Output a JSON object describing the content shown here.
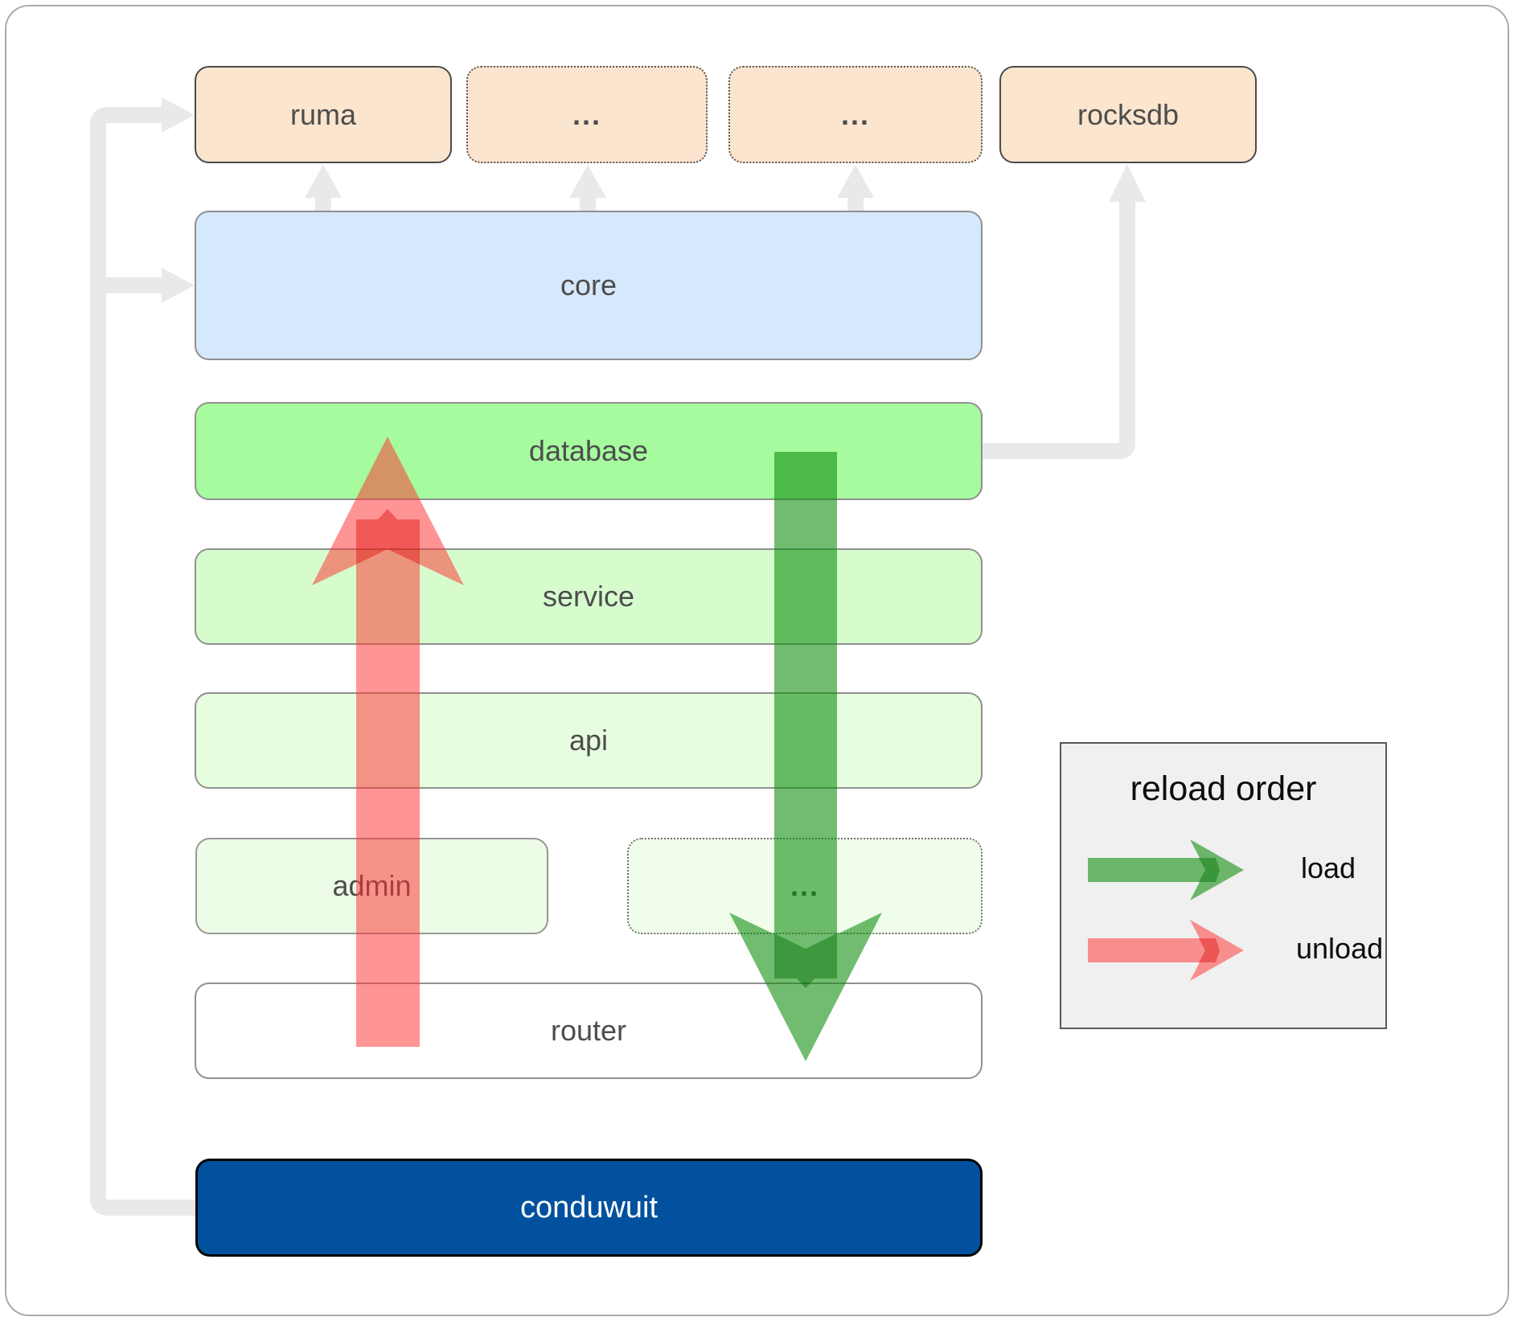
{
  "top_row": [
    {
      "id": "ruma",
      "label": "ruma",
      "style": "solid"
    },
    {
      "id": "module1",
      "label": "...",
      "style": "dotted"
    },
    {
      "id": "module2",
      "label": "...",
      "style": "dotted"
    },
    {
      "id": "rocksdb",
      "label": "rocksdb",
      "style": "solid"
    }
  ],
  "layers": [
    {
      "id": "core",
      "label": "core"
    },
    {
      "id": "database",
      "label": "database"
    },
    {
      "id": "service",
      "label": "service"
    },
    {
      "id": "api",
      "label": "api"
    },
    {
      "id": "router",
      "label": "router"
    }
  ],
  "admin_row": [
    {
      "id": "admin",
      "label": "admin",
      "style": "solid"
    },
    {
      "id": "admin-more",
      "label": "...",
      "style": "dotted"
    }
  ],
  "app": {
    "id": "conduwuit",
    "label": "conduwuit",
    "color": "#02519e"
  },
  "legend": {
    "title": "reload order",
    "items": [
      {
        "id": "load",
        "label": "load",
        "color": "#3fae3f"
      },
      {
        "id": "unload",
        "label": "unload",
        "color": "#f98282"
      }
    ]
  },
  "colors": {
    "peach_box": "#fce5ce",
    "core_box": "#d6e8fb",
    "database_box": "#a6fb9e",
    "service_box": "#d6fcce",
    "api_box": "#e7fddf",
    "admin_box": "#edfce6",
    "router_box": "#ffffff",
    "conduwuit_box": "#02519e",
    "connector_grey": "#e9e9e9",
    "load_arrow_green": "rgba(10,140,10,0.58)",
    "unload_arrow_red": "rgba(255,50,50,0.52)",
    "legend_bg": "#f0f0f0",
    "label_text": "#4d4d4d"
  }
}
